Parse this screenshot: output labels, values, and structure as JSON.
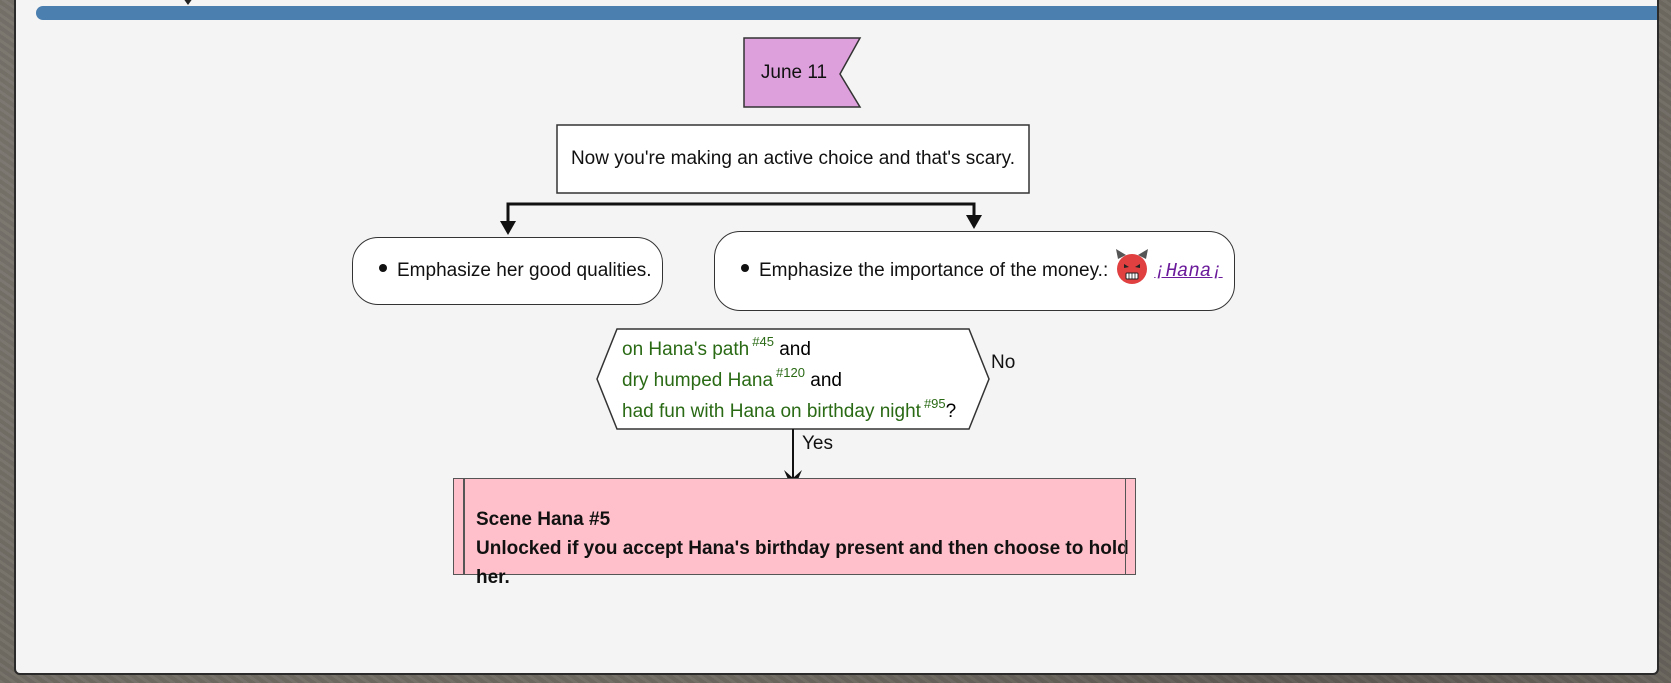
{
  "date_flag": "June 11",
  "prompt": "Now you're making an active choice and that's scary.",
  "choices": [
    {
      "label": "Emphasize her good qualities."
    },
    {
      "label": "Emphasize the importance of the money.:",
      "icon": "devil-face-icon",
      "link": "¡Hana¡"
    }
  ],
  "condition": {
    "lines": [
      {
        "text": "on Hana's path",
        "ref": "#45",
        "joiner": "and"
      },
      {
        "text": "dry humped Hana",
        "ref": "#120",
        "joiner": "and"
      },
      {
        "text": "had fun with Hana on birthday night",
        "ref": "#95",
        "joiner": "?"
      }
    ],
    "no_label": "No",
    "yes_label": "Yes"
  },
  "scene": {
    "title": "Scene Hana #5",
    "description": "Unlocked if you accept Hana's birthday present and then choose to hold her."
  },
  "colors": {
    "header_bar": "#4a7fb0",
    "flag_fill": "#dda0dd",
    "scene_fill": "#ffc0cb",
    "condition_text": "#2a6a15",
    "link": "#6a1a9a",
    "devil": "#e04040"
  }
}
